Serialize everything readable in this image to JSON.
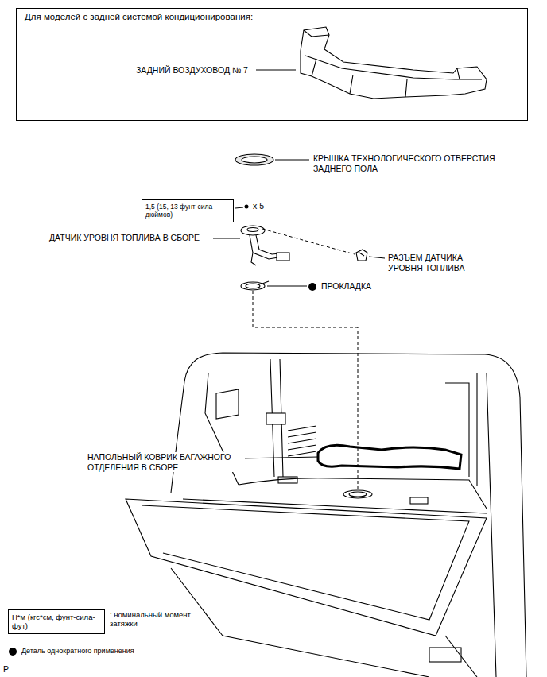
{
  "diagram": {
    "nodes": [
      {
        "text": [
          "Для моделей с задней системой кондиционирования:",
          "ЗАДНИЙ ВОЗДУХОВОД № 7"
        ]
      },
      {
        "text": [
          "1,5 (15, 13 фунт-сила-дюймов)"
        ]
      },
      {
        "text": [
          "Н*м (кгс*см, фунт-сила-фут)"
        ]
      }
    ],
    "labels": [
      "КРЫШКА ТЕХНОЛОГИЧЕСКОГО ОТВЕРСТИЯ ЗАДНЕГО ПОЛА",
      "x 5",
      "ДАТЧИК УРОВНЯ ТОПЛИВА В СБОРЕ",
      "РАЗЪЕМ ДАТЧИКА УРОВНЯ ТОПЛИВА",
      "ПРОКЛАДКА",
      "НАПОЛЬНЫЙ КОВРИК БАГАЖНОГО ОТДЕЛЕНИЯ В СБОРЕ",
      "P"
    ],
    "legend": [
      {
        "text": ": номинальный момент затяжки"
      },
      {
        "text": "Деталь однократного применения"
      }
    ]
  }
}
